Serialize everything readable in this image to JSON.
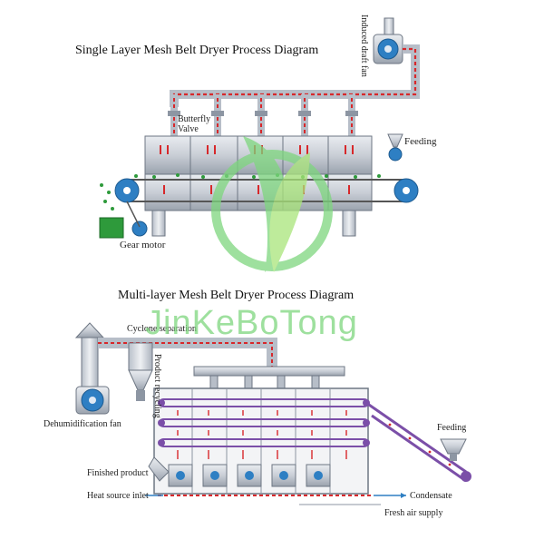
{
  "top_diagram": {
    "title": "Single Layer Mesh Belt Dryer Process Diagram",
    "labels": {
      "induced_draft_fan": "Induced draft fan",
      "butterfly_valve_1": "Butterfly",
      "butterfly_valve_2": "Valve",
      "feeding": "Feeding",
      "gear_motor": "Gear motor"
    }
  },
  "bottom_diagram": {
    "title": "Multi-layer Mesh Belt Dryer Process Diagram",
    "labels": {
      "cyclone_separation": "Cyclone separation",
      "product_recycling": "Product recycling",
      "dehumidification_fan": "Dehumidification fan",
      "feeding": "Feeding",
      "finished_product": "Finished product",
      "heat_source_inlet": "Heat source inlet",
      "condensate": "Condensate",
      "fresh_air_supply": "Fresh air supply"
    }
  },
  "watermark": "JinKeBoTong",
  "colors": {
    "duct_red": "#d7282b",
    "steel": "#c9ced6",
    "steel_dark": "#8d96a3",
    "roller_blue": "#2e7fc3",
    "belt_purple": "#7b4fa8",
    "material_green": "#2e9a3b",
    "watermark_green": "#7ed67e"
  }
}
